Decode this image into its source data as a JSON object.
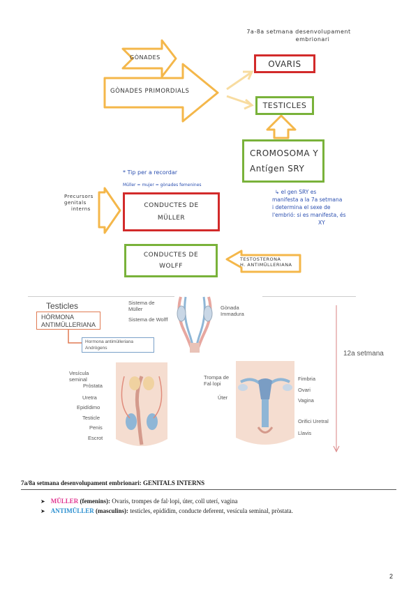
{
  "note_top": {
    "line1": "7a-8a setmana desenvolupament",
    "line2": "embrionari"
  },
  "arrows": {
    "gonades": "GÒNADES",
    "gonades_primordials": "GÒNADES PRIMORDIALS",
    "precursors": {
      "line1": "Precursors",
      "line2": "genitals",
      "line3": "interns"
    },
    "testosterona": {
      "line1": "TESTOSTERONA",
      "line2": "H. ANTIMÜLLERIANA"
    }
  },
  "boxes": {
    "ovaris": "OVARIS",
    "testicles": "TESTICLES",
    "cromosoma": {
      "line1": "CROMOSOMA Y",
      "line2": "Antígen SRY"
    },
    "muller": {
      "line1": "CONDUCTES DE",
      "line2": "MÜLLER"
    },
    "wolff": {
      "line1": "CONDUCTES DE",
      "line2": "WOLFF"
    }
  },
  "tips": {
    "title": "* Tip per a recordar",
    "line": "Müller = mujer = gònades femenines"
  },
  "sry_note": {
    "line1": "↳ el gen SRY es",
    "line2": "manifesta a la 7a setmana",
    "line3": "i determina el sexe de",
    "line4": "l'embrió: si es manifesta, és",
    "line5": "XY"
  },
  "diagram": {
    "testicles": "Testicles",
    "hormona": {
      "line1": "HÓRMONA",
      "line2": "ANTIMÜLLERIANA"
    },
    "hormona_sub": {
      "line1": "Hormona antimülleriana",
      "line2": "Andrògens"
    },
    "sistema_muller": {
      "line1": "Sistema de",
      "line2": "Müller"
    },
    "sistema_wolff": "Sistema de Wolff",
    "gonada": {
      "line1": "Gònada",
      "line2": "Immadura"
    },
    "setmana": "12a setmana",
    "male_labels": [
      "Vesícula",
      "seminal",
      "Pròstata",
      "Uretra",
      "Epidídimo",
      "Testicle",
      "Penis",
      "Escrot"
    ],
    "female_left": {
      "trompa1": "Trompa de",
      "trompa2": "Fal·lopi",
      "uter": "Úter"
    },
    "female_right": [
      "Fimbria",
      "Ovari",
      "Vagina",
      "Orifici Uretral",
      "Llavis"
    ]
  },
  "section": {
    "title": "7a/8a setmana desenvolupament embrionari: GENITALS INTERNS",
    "b1_head": "MÜLLER",
    "b1_paren": "(femenins):",
    "b1_text": " Ovaris, trompes de fal·lopi, úter, coll uterí, vagina",
    "b2_head": "ANTIMÜLLER",
    "b2_paren": "(masculins):",
    "b2_text": " testicles, epidídim, conducte deferent, vesícula seminal, pròstata."
  },
  "page_number": "2",
  "colors": {
    "red": "#d22a2a",
    "green": "#79b23a",
    "orange": "#f4b74a",
    "pink": "#e0338f",
    "blue": "#2a8fd0"
  }
}
